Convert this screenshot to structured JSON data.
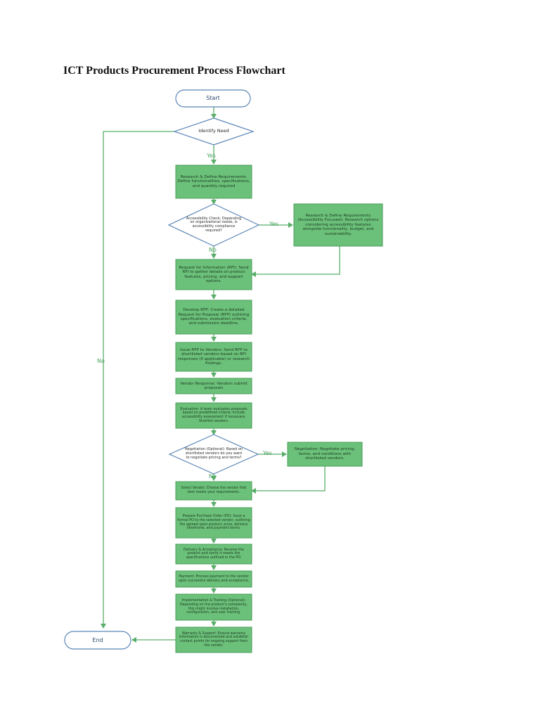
{
  "title": "ICT Products Procurement Process Flowchart",
  "colors": {
    "box_fill": "#6cc17a",
    "box_stroke": "#4a9d5a",
    "arrow": "#5aae6a",
    "terminal_stroke": "#5b86b8",
    "decision_stroke": "#5b86b8"
  },
  "nodes": {
    "start": "Start",
    "identify_need": "Identify Need",
    "research_define": "Research & Define Requirements: Define functionalities, specifications, and quantity required",
    "accessibility_check": "Accessibility Check: Depending on organizational needs, is accessibility compliance required?",
    "research_accessibility": "Research & Define Requirements (Accessibility Focused): Research options considering accessibility features alongside functionality, budget, and sustainability.",
    "rfi": "Request for Information (RFI): Send RFI to gather details on product features, pricing, and support options.",
    "develop_rfp": "Develop RFP: Create a detailed Request for Proposal (RFP) outlining specifications, evaluation criteria, and submission deadline.",
    "issue_rfp": "Issue RFP to Vendors: Send RFP to shortlisted vendors based on RFI responses (if applicable) or research findings.",
    "vendor_response": "Vendor Response: Vendors submit proposals",
    "evaluation": "Evaluation: A team evaluates proposals based on predefined criteria. Include accessibility assessment if necessary. Shortlist vendors.",
    "negotiation_decision": "Negotiation (Optional): Based on shortlisted vendors do you want to negotiate pricing and terms?",
    "negotiation": "Negotiation: Negotiate pricing, terms, and conditions with shortlisted vendors.",
    "select_vendor": "Select Vendor: Choose the vendor that best meets your requirements.",
    "purchase_order": "Prepare Purchase Order (PO): Issue a formal PO to the selected vendor, outlining the agreed upon product, price, delivery timeframe, and payment terms.",
    "delivery": "Delivery & Acceptance: Receive the product and verify it meets the specifications outlined in the PO.",
    "payment": "Payment: Process payment to the vendor upon successful delivery and acceptance.",
    "implementation": "Implementation & Training (Optional): Depending on the product's complexity, this might involve installation, configuration, and user training.",
    "warranty": "Warranty & Support: Ensure warranty information is documented and establish contact points for ongoing support from the vendor.",
    "end": "End"
  },
  "edge_labels": {
    "identify_yes": "Yes",
    "identify_no": "No",
    "access_yes": "Yes",
    "access_no": "No",
    "nego_yes": "Yes",
    "nego_no": "No"
  }
}
